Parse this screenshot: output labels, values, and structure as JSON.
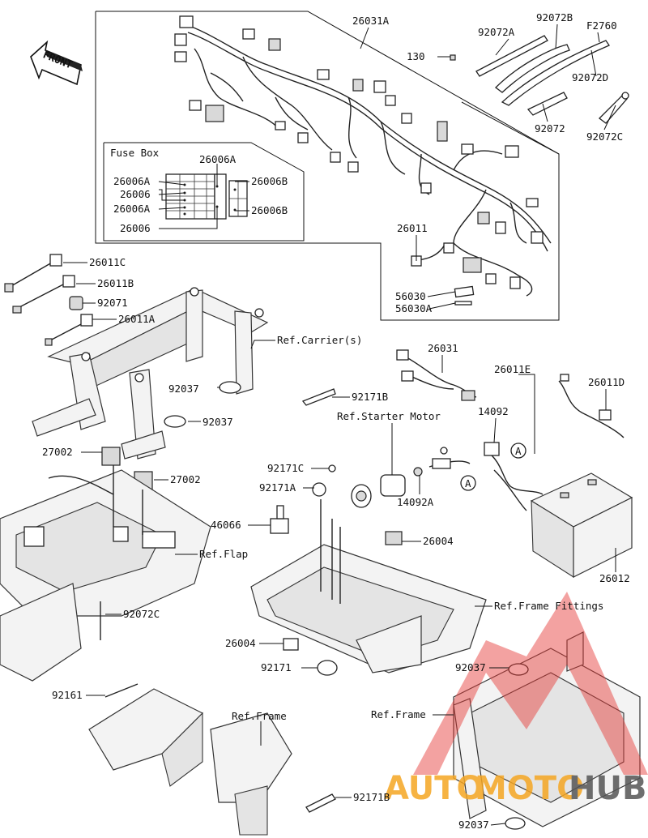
{
  "front_label": "FRONT",
  "fuse_box_title": "Fuse Box",
  "watermark": {
    "text_left": "AUTO",
    "text_mid": "MOTO",
    "text_right": "HUB",
    "color_red": "#e53935",
    "color_orange": "#f5a623",
    "color_gray": "#555555"
  },
  "labels": {
    "l26031A": "26031A",
    "l130": "130",
    "l92072A": "92072A",
    "l92072B": "92072B",
    "lF2760": "F2760",
    "l92072D": "92072D",
    "l92072": "92072",
    "l92072C_top": "92072C",
    "l26006A_fb": "26006A",
    "l26006A_l1": "26006A",
    "l26006_l1": "26006",
    "l26006A_l2": "26006A",
    "l26006_l2": "26006",
    "l26006B_r1": "26006B",
    "l26006B_r2": "26006B",
    "l26011": "26011",
    "l56030": "56030",
    "l56030A": "56030A",
    "l26011C": "26011C",
    "l26011B": "26011B",
    "l92071": "92071",
    "l26011A": "26011A",
    "lRefCarrier": "Ref.Carrier(s)",
    "l26031": "26031",
    "l92037_a": "92037",
    "l92171B_a": "92171B",
    "l92037_b": "92037",
    "lRefStarter": "Ref.Starter Motor",
    "l26011E": "26011E",
    "l14092": "14092",
    "l26011D": "26011D",
    "l27002_a": "27002",
    "l27002_b": "27002",
    "l92171C": "92171C",
    "l92171A": "92171A",
    "l14092A": "14092A",
    "l46066": "46066",
    "l26004_a": "26004",
    "lRefFlap": "Ref.Flap",
    "l26012": "26012",
    "lRefFrameFittings": "Ref.Frame Fittings",
    "l92072C_bot": "92072C",
    "l26004_b": "26004",
    "l92171": "92171",
    "l92037_c": "92037",
    "l92161": "92161",
    "lRefFrame_a": "Ref.Frame",
    "lRefFrame_b": "Ref.Frame",
    "l92171B_b": "92171B",
    "l92037_d": "92037",
    "circleA_1": "A",
    "circleA_2": "A"
  }
}
